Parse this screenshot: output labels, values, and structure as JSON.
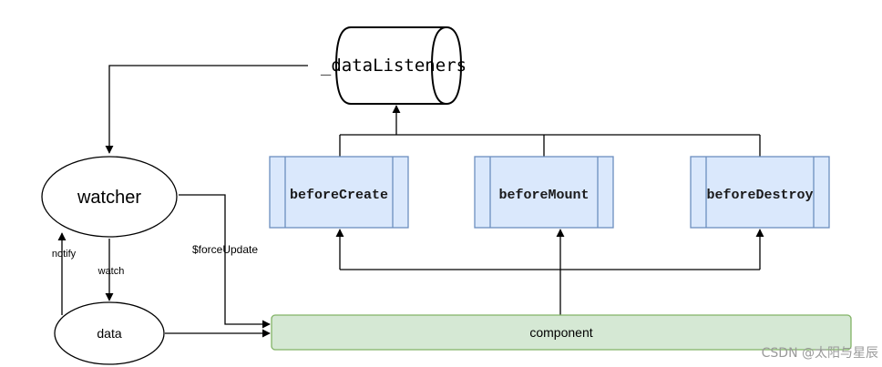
{
  "store": {
    "label": "_dataListeners"
  },
  "nodes": {
    "watcher": "watcher",
    "data": "data",
    "component": "component",
    "before_create": "beforeCreate",
    "before_mount": "beforeMount",
    "before_destroy": "beforeDestroy"
  },
  "edges": {
    "force_update": "$forceUpdate",
    "watch": "watch",
    "notify": "notify"
  },
  "watermark": "CSDN @太阳与星辰",
  "colors": {
    "hook_fill": "#dae8fc",
    "hook_stroke": "#6c8ebf",
    "component_fill": "#d5e8d4",
    "component_stroke": "#82b366",
    "line": "#000000"
  }
}
